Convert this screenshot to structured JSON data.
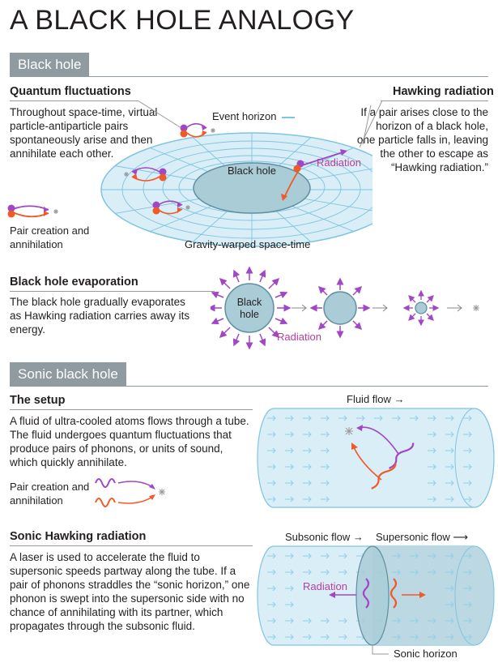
{
  "title": "A BLACK HOLE ANALOGY",
  "colors": {
    "light_blue": "#daeef7",
    "grid_blue": "#7fc4e0",
    "hole_fill": "#a9ccd7",
    "hole_stroke": "#5f8fa0",
    "orange": "#f05a28",
    "purple": "#a146c5",
    "banner_gray": "#8f9aa1",
    "radiation_text": "#b6409d"
  },
  "black_hole": {
    "banner": "Black hole",
    "quantum": {
      "heading": "Quantum fluctuations",
      "body": "Throughout space-time, virtual particle-antiparticle pairs spontaneously arise and then annihilate each other.",
      "legend_label": "Pair creation and annihilation"
    },
    "hawking": {
      "heading": "Hawking radiation",
      "body": "If a pair arises close to the horizon of a black hole, one particle falls in, leaving the other to escape as “Hawking radiation.”"
    },
    "diagram": {
      "event_horizon": "Event horizon",
      "hole_label": "Black hole",
      "radiation": "Radiation",
      "spacetime": "Gravity-warped space-time"
    },
    "evaporation": {
      "heading": "Black hole evaporation",
      "body": "The black hole gradually evaporates as Hawking radiation carries away its energy.",
      "hole_label_line1": "Black",
      "hole_label_line2": "hole",
      "radiation": "Radiation"
    }
  },
  "sonic": {
    "banner": "Sonic black hole",
    "setup": {
      "heading": "The setup",
      "body": "A fluid of ultra-cooled atoms flows through a tube. The fluid undergoes quantum fluctuations that produce pairs of phonons, or units of sound, which quickly annihilate.",
      "legend_label": "Pair creation and annihilation",
      "fluid_flow": "Fluid flow →"
    },
    "hawking": {
      "heading": "Sonic Hawking radiation",
      "body": "A laser is used to accelerate the fluid to supersonic speeds partway along the tube. If a pair of phonons straddles the “sonic horizon,” one phonon is swept into the supersonic side with no chance of annihilating with its partner, which propagates through the subsonic fluid.",
      "subsonic": "Subsonic flow →",
      "supersonic": "Supersonic flow ⟶",
      "radiation": "Radiation",
      "sonic_horizon": "Sonic horizon"
    }
  }
}
